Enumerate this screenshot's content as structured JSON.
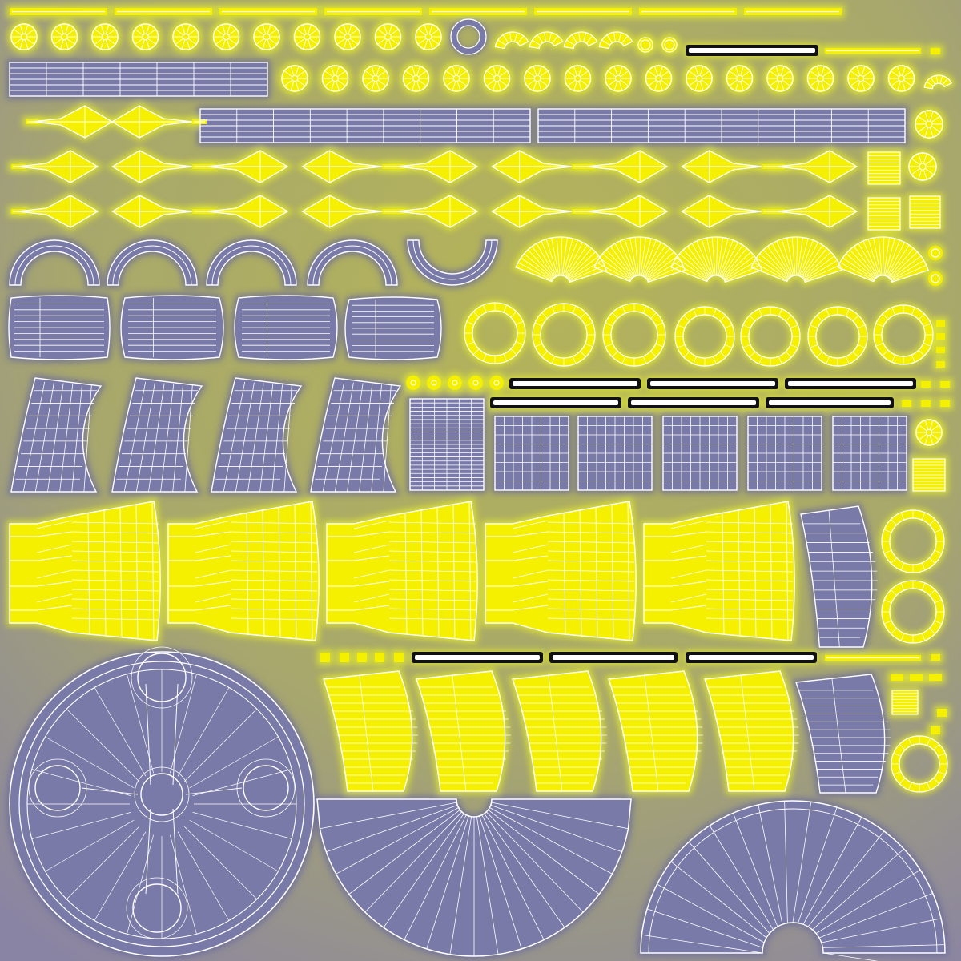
{
  "texture": {
    "colors": {
      "background": "#a8a86c",
      "gradient_olive": "#b4b45a",
      "gradient_purple": "#8a84a4",
      "bg_grey": "#9a98a0",
      "highlight": "#f4f000",
      "highlight_glow": "#e6ee2a",
      "shell_purple": "#7a7aa8",
      "shell_purple_dark": "#6a6a9c",
      "wire": "#ffffff",
      "bar_dark": "#111111"
    },
    "groups": [
      "dash-strips",
      "hub-row",
      "coupler-hubs",
      "slab-strips",
      "diamond-fins",
      "arc-bands",
      "fan-sectors",
      "cushion-panels",
      "ring-loops",
      "grid-panels",
      "fan-clusters",
      "curved-blades",
      "round-platform",
      "half-fan",
      "dome-fan",
      "tiny-squares",
      "small-tiles"
    ]
  }
}
